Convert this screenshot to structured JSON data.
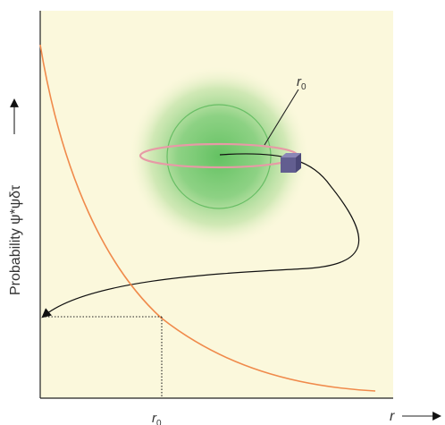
{
  "figure": {
    "y_axis_label": "Probability ψ*ψδτ",
    "x_axis_label": "r",
    "x_tick_label": "r",
    "x_tick_subscript": "0",
    "callout_label": "r",
    "callout_subscript": "0"
  },
  "colors": {
    "plot_background": "#fbf8dc",
    "axis": "#222222",
    "curve": "#f08a4b",
    "orbit_ring": "#e79aa6",
    "cloud": "#5cbf5c",
    "cube": "#6e6a9a",
    "arrow": "#111111"
  },
  "icons": [
    "box-icon",
    "arrow-head-icon"
  ]
}
